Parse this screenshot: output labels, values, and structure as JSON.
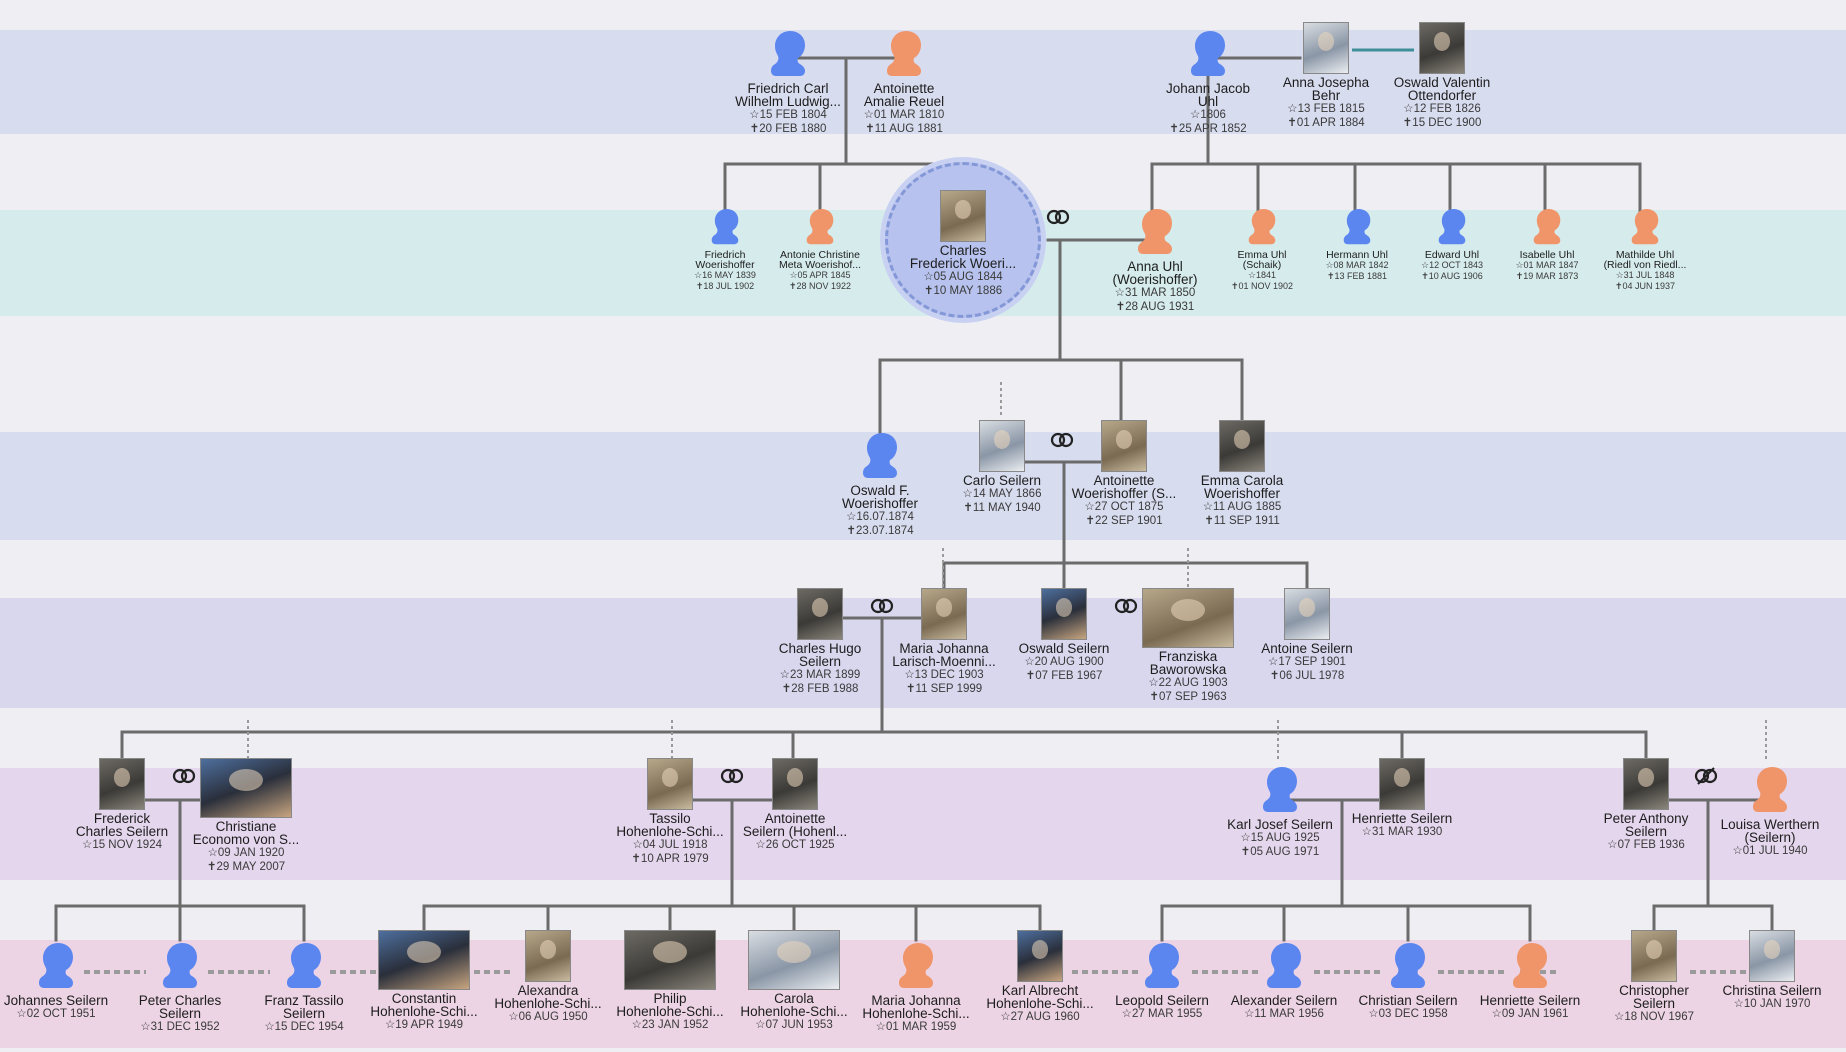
{
  "colors": {
    "male": "#5b86f0",
    "female": "#f0956a",
    "line": "#6b6b6b",
    "focus": "#b7c3ee"
  },
  "generations": [
    {
      "people": [
        {
          "name": "Friedrich Carl\nWilhelm Ludwig...",
          "birth": "15 FEB 1804",
          "death": "20 FEB 1880",
          "sex": "male"
        },
        {
          "name": "Antoinette\nAmalie Reuel",
          "birth": "01 MAR 1810",
          "death": "11 AUG 1881",
          "sex": "female"
        },
        {
          "name": "Johann Jacob\nUhl",
          "birth": "1806",
          "death": "25 APR 1852",
          "sex": "male"
        },
        {
          "name": "Anna Josepha\nBehr",
          "birth": "13 FEB 1815",
          "death": "01 APR 1884",
          "photo": true
        },
        {
          "name": "Oswald Valentin\nOttendorfer",
          "birth": "12 FEB 1826",
          "death": "15 DEC 1900",
          "photo": true
        }
      ]
    },
    {
      "people": [
        {
          "name": "Friedrich\nWoerishoffer",
          "birth": "16 MAY 1839",
          "death": "18 JUL 1902",
          "sex": "male"
        },
        {
          "name": "Antonie Christine\nMeta Woerishof...",
          "birth": "05 APR 1845",
          "death": "28 NOV 1922",
          "sex": "female"
        },
        {
          "name": "Charles\nFrederick Woeri...",
          "birth": "05 AUG 1844",
          "death": "10 MAY 1886",
          "photo": true,
          "focus": true
        },
        {
          "name": "Anna Uhl\n(Woerishoffer)",
          "birth": "31 MAR 1850",
          "death": "28 AUG 1931",
          "sex": "female"
        },
        {
          "name": "Emma Uhl\n(Schaik)",
          "birth": "1841",
          "death": "01 NOV 1902",
          "sex": "female"
        },
        {
          "name": "Hermann Uhl",
          "birth": "08 MAR 1842",
          "death": "13 FEB 1881",
          "sex": "male"
        },
        {
          "name": "Edward Uhl",
          "birth": "12 OCT 1843",
          "death": "10 AUG 1906",
          "sex": "male"
        },
        {
          "name": "Isabelle Uhl",
          "birth": "01 MAR 1847",
          "death": "19 MAR 1873",
          "sex": "female"
        },
        {
          "name": "Mathilde Uhl\n(Riedl von Riedl...",
          "birth": "31 JUL 1848",
          "death": "04 JUN 1937",
          "sex": "female"
        }
      ]
    },
    {
      "people": [
        {
          "name": "Oswald F.\nWoerishoffer",
          "birth": "16.07.1874",
          "death": "23.07.1874",
          "sex": "male"
        },
        {
          "name": "Carlo Seilern",
          "birth": "14 MAY 1866",
          "death": "11 MAY 1940",
          "photo": true
        },
        {
          "name": "Antoinette\nWoerishoffer (S...",
          "birth": "27 OCT 1875",
          "death": "22 SEP 1901",
          "photo": true
        },
        {
          "name": "Emma Carola\nWoerishoffer",
          "birth": "11 AUG 1885",
          "death": "11 SEP 1911",
          "photo": true
        }
      ]
    },
    {
      "people": [
        {
          "name": "Charles Hugo\nSeilern",
          "birth": "23 MAR 1899",
          "death": "28 FEB 1988",
          "photo": true
        },
        {
          "name": "Maria Johanna\nLarisch-Moenni...",
          "birth": "13 DEC 1903",
          "death": "11 SEP 1999",
          "photo": true
        },
        {
          "name": "Oswald Seilern",
          "birth": "20 AUG 1900",
          "death": "07 FEB 1967",
          "photo": true
        },
        {
          "name": "Franziska\nBaworowska",
          "birth": "22 AUG 1903",
          "death": "07 SEP 1963",
          "photo": true
        },
        {
          "name": "Antoine Seilern",
          "birth": "17 SEP 1901",
          "death": "06 JUL 1978",
          "photo": true
        }
      ]
    },
    {
      "people": [
        {
          "name": "Frederick\nCharles Seilern",
          "birth": "15 NOV 1924",
          "photo": true
        },
        {
          "name": "Christiane\nEconomo von S...",
          "birth": "09 JAN 1920",
          "death": "29 MAY 2007",
          "photo": true
        },
        {
          "name": "Tassilo\nHohenlohe-Schi...",
          "birth": "04 JUL 1918",
          "death": "10 APR 1979",
          "photo": true
        },
        {
          "name": "Antoinette\nSeilern (Hohenl...",
          "birth": "26 OCT 1925",
          "photo": true
        },
        {
          "name": "Karl Josef Seilern",
          "birth": "15 AUG 1925",
          "death": "05 AUG 1971",
          "sex": "male"
        },
        {
          "name": "Henriette Seilern",
          "birth": "31 MAR 1930",
          "photo": true
        },
        {
          "name": "Peter Anthony\nSeilern",
          "birth": "07 FEB 1936",
          "photo": true
        },
        {
          "name": "Louisa Werthern\n(Seilern)",
          "birth": "01 JUL 1940",
          "sex": "female"
        }
      ]
    },
    {
      "people": [
        {
          "name": "Johannes Seilern",
          "birth": "02 OCT 1951",
          "sex": "male"
        },
        {
          "name": "Peter Charles\nSeilern",
          "birth": "31 DEC 1952",
          "sex": "male"
        },
        {
          "name": "Franz Tassilo\nSeilern",
          "birth": "15 DEC 1954",
          "sex": "male"
        },
        {
          "name": "Constantin\nHohenlohe-Schi...",
          "birth": "19 APR 1949",
          "photo": true
        },
        {
          "name": "Alexandra\nHohenlohe-Schi...",
          "birth": "06 AUG 1950",
          "photo": true
        },
        {
          "name": "Philip\nHohenlohe-Schi...",
          "birth": "23 JAN 1952",
          "photo": true
        },
        {
          "name": "Carola\nHohenlohe-Schi...",
          "birth": "07 JUN 1953",
          "photo": true
        },
        {
          "name": "Maria Johanna\nHohenlohe-Schi...",
          "birth": "01 MAR 1959",
          "sex": "female"
        },
        {
          "name": "Karl Albrecht\nHohenlohe-Schi...",
          "birth": "27 AUG 1960",
          "photo": true
        },
        {
          "name": "Leopold Seilern",
          "birth": "27 MAR 1955",
          "sex": "male"
        },
        {
          "name": "Alexander Seilern",
          "birth": "11 MAR 1956",
          "sex": "male"
        },
        {
          "name": "Christian Seilern",
          "birth": "03 DEC 1958",
          "sex": "male"
        },
        {
          "name": "Henriette Seilern",
          "birth": "09 JAN 1961",
          "sex": "female"
        },
        {
          "name": "Christopher\nSeilern",
          "birth": "18 NOV 1967",
          "photo": true
        },
        {
          "name": "Christina Seilern",
          "birth": "10 JAN 1970",
          "photo": true
        }
      ]
    }
  ]
}
